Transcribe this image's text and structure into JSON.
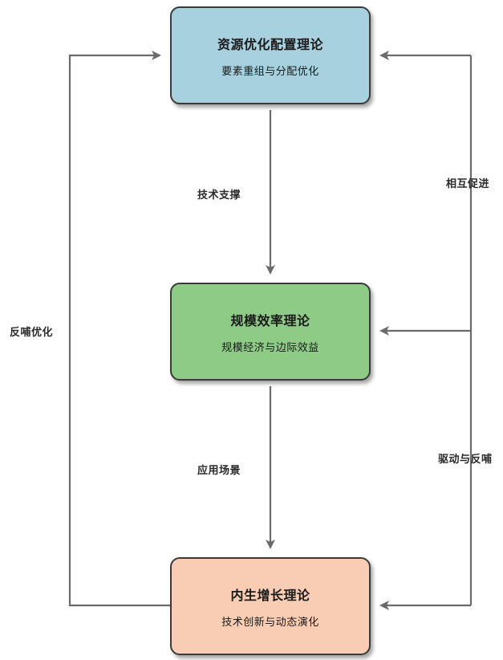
{
  "nodes": {
    "resource": {
      "title": "资源优化配置理论",
      "subtitle": "要素重组与分配优化",
      "fill": "#a8d1df"
    },
    "scale": {
      "title": "规模效率理论",
      "subtitle": "规模经济与边际效益",
      "fill": "#8dcb87"
    },
    "growth": {
      "title": "内生增长理论",
      "subtitle": "技术创新与动态演化",
      "fill": "#f9cdb3"
    }
  },
  "edges": {
    "tech_support": "技术支撑",
    "application": "应用场景",
    "feedback_optimize": "反哺优化",
    "mutual_promote": "相互促进",
    "drive_feedback": "驱动与反哺"
  },
  "colors": {
    "arrow": "#6b6b6b",
    "border": "#3a3a3a"
  }
}
